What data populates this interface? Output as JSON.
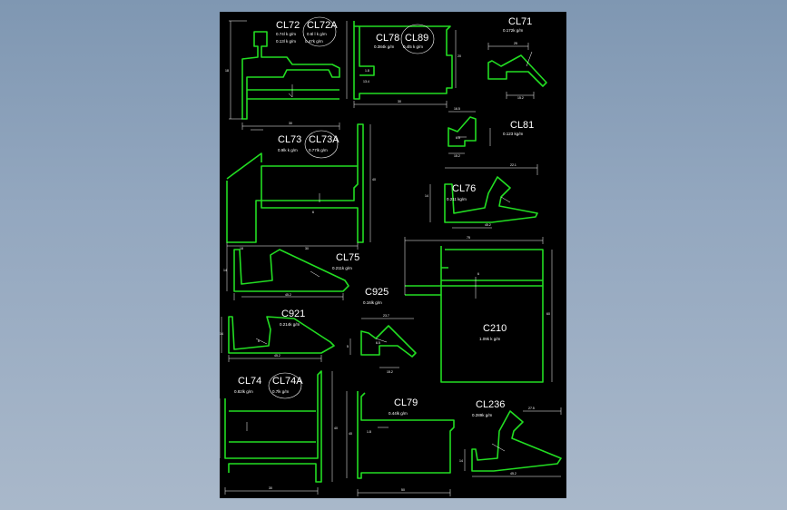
{
  "colors": {
    "background_top": "#7f97b2",
    "background_bottom": "#a9b8ca",
    "sheet": "#000000",
    "profile": "#22dd22",
    "dimension": "#ffffff"
  },
  "profiles": [
    {
      "id": "cl72",
      "name": "CL72",
      "alt": "CL72A",
      "weight": "0.74l k g/m",
      "alt_weight": "0.6l l k g/m",
      "extra": "0.13l k g/m",
      "extra2": "0.47k g/m",
      "dims": [
        "30",
        "18"
      ]
    },
    {
      "id": "cl78",
      "name": "CL78",
      "alt": "CL89",
      "weight": "0.384k g/m",
      "alt_weight": "0.4l5 k g/m",
      "dims": [
        "30",
        "1.8",
        "13.4",
        "20"
      ]
    },
    {
      "id": "cl71",
      "name": "CL71",
      "weight": "0.172k g/m",
      "dims": [
        "25",
        "15.2"
      ]
    },
    {
      "id": "cl81",
      "name": "CL81",
      "weight": "0.123 kg/m",
      "dims": [
        "16.5",
        "15.2",
        "6.5"
      ]
    },
    {
      "id": "cl73",
      "name": "CL73",
      "alt": "CL73A",
      "weight": "0.9lk k g/m",
      "alt_weight": "0.77lk g/m",
      "dims": [
        "30",
        "18",
        "40",
        "6"
      ]
    },
    {
      "id": "cl76",
      "name": "CL76",
      "weight": "0.211 kg/m",
      "dims": [
        "22.1",
        "45.2",
        "14"
      ]
    },
    {
      "id": "cl75",
      "name": "CL75",
      "weight": "0.211k g/m",
      "dims": [
        "45.2",
        "14"
      ]
    },
    {
      "id": "c925",
      "name": "C925",
      "weight": "0.16lk g/m",
      "dims": [
        "23.7",
        "15.2",
        "6.5",
        "5"
      ]
    },
    {
      "id": "c921",
      "name": "C921",
      "weight": "0.214k g/m",
      "dims": [
        "45.2",
        "14",
        "6"
      ]
    },
    {
      "id": "c210",
      "name": "C210",
      "weight": "1.09k k g/m",
      "dims": [
        "75",
        "60",
        "6"
      ]
    },
    {
      "id": "cl74",
      "name": "CL74",
      "alt": "CL74A",
      "weight": "0.82lk g/m",
      "alt_weight": "0.7lk g/m",
      "dims": [
        "30",
        "40"
      ]
    },
    {
      "id": "cl79",
      "name": "CL79",
      "weight": "0.44lk g/m",
      "dims": [
        "50",
        "1.8",
        "40"
      ]
    },
    {
      "id": "cl236",
      "name": "CL236",
      "weight": "0.289k g/m",
      "dims": [
        "27.5",
        "45.2",
        "14"
      ]
    }
  ]
}
